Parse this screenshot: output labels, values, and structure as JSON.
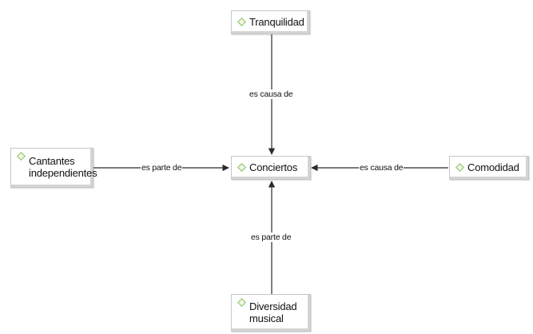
{
  "diagram": {
    "nodes": [
      {
        "id": "tranquilidad",
        "label": "Tranquilidad",
        "icon": "concept-diamond-icon"
      },
      {
        "id": "conciertos",
        "label": "Conciertos",
        "icon": "concept-diamond-icon"
      },
      {
        "id": "cantantes",
        "label": "Cantantes\nindependientes",
        "icon": "concept-diamond-icon"
      },
      {
        "id": "comodidad",
        "label": "Comodidad",
        "icon": "concept-diamond-icon"
      },
      {
        "id": "diversidad",
        "label": "Diversidad\nmusical",
        "icon": "concept-diamond-icon"
      }
    ],
    "edges": [
      {
        "from": "tranquilidad",
        "to": "conciertos",
        "label": "es causa de"
      },
      {
        "from": "cantantes",
        "to": "conciertos",
        "label": "es parte de"
      },
      {
        "from": "comodidad",
        "to": "conciertos",
        "label": "es causa de"
      },
      {
        "from": "diversidad",
        "to": "conciertos",
        "label": "es parte de"
      }
    ]
  },
  "colors": {
    "line": "#2b2b2b",
    "icon_stroke": "#8fc56a",
    "icon_fill": "#eef7e6"
  }
}
